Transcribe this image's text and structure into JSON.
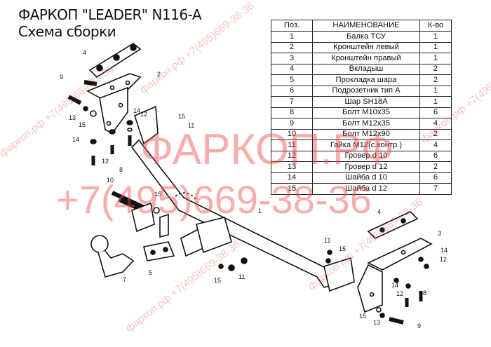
{
  "header": {
    "title": "ФАРКОП \"LEADER\" N116-A",
    "subtitle": "Схема сборки"
  },
  "table": {
    "columns": [
      "Поз.",
      "НАИМЕНОВАНИЕ",
      "К-во"
    ],
    "rows": [
      [
        "1",
        "Балка ТСУ",
        "1"
      ],
      [
        "2",
        "Кронштейн левый",
        "1"
      ],
      [
        "3",
        "Кронштейн правый",
        "1"
      ],
      [
        "4",
        "Вкладыш",
        "2"
      ],
      [
        "5",
        "Прокладка шара",
        "2"
      ],
      [
        "6",
        "Подрозетник тип А",
        "1"
      ],
      [
        "7",
        "Шар SH18A",
        "1"
      ],
      [
        "8",
        "Болт М10х35",
        "6"
      ],
      [
        "9",
        "Болт М12х35",
        "4"
      ],
      [
        "10",
        "Болт М12х90",
        "2"
      ],
      [
        "11",
        "Гайка М12(с.контр.)",
        "4"
      ],
      [
        "12",
        "Гровер d 10",
        "6"
      ],
      [
        "13",
        "Гровер d 12",
        "2"
      ],
      [
        "14",
        "Шайба d 10",
        "6"
      ],
      [
        "15",
        "Шайба d 12",
        "7"
      ]
    ]
  },
  "callouts": [
    "4",
    "2",
    "9",
    "13",
    "15",
    "14",
    "12",
    "15",
    "11",
    "14",
    "12",
    "8",
    "10",
    "15",
    "1",
    "7",
    "5",
    "11",
    "15",
    "11",
    "15",
    "4",
    "3",
    "14",
    "12",
    "14",
    "12",
    "8",
    "15",
    "13",
    "9"
  ],
  "watermark": {
    "big_site": "ФАРКОП.РФ",
    "big_phone": "+7(495)669-38-36",
    "small": "фаркоп.рф +7(495)669-38-36"
  },
  "colors": {
    "watermark": "#f04646",
    "line": "#111111"
  }
}
